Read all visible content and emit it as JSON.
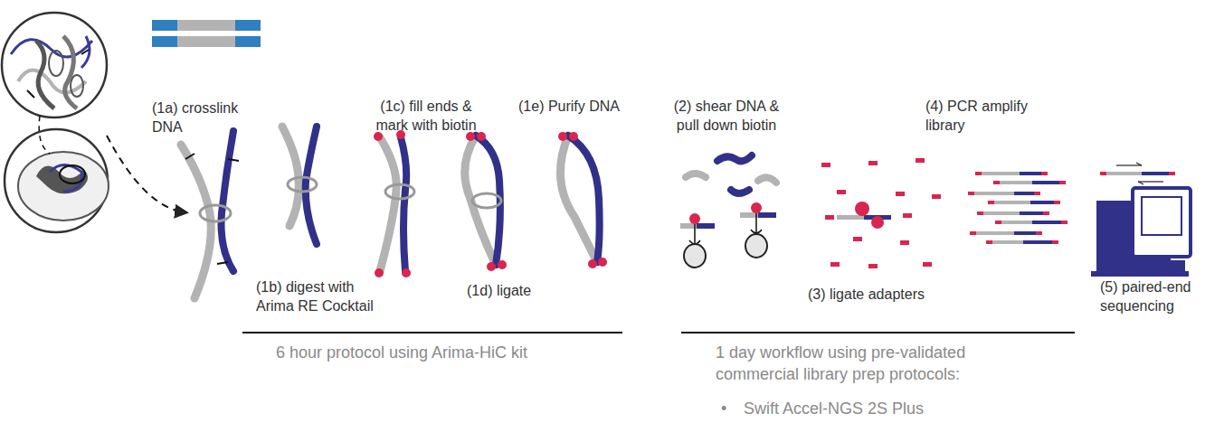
{
  "diagram": {
    "labels": [
      "(1a) crosslink DNA",
      "(1b) digest with Arima RE Cocktail",
      "(1c) fill ends & mark with biotin",
      "(1d) ligate",
      "(1e) Purify DNA",
      "(2) shear DNA & pull down biotin",
      "(3) ligate adapters",
      "(4) PCR amplify library",
      "(5) paired-end sequencing",
      "6 hour protocol using Arima-HiC kit",
      "1 day workflow using pre-validated commercial library prep protocols:",
      "•",
      "Swift Accel-NGS 2S Plus"
    ]
  }
}
